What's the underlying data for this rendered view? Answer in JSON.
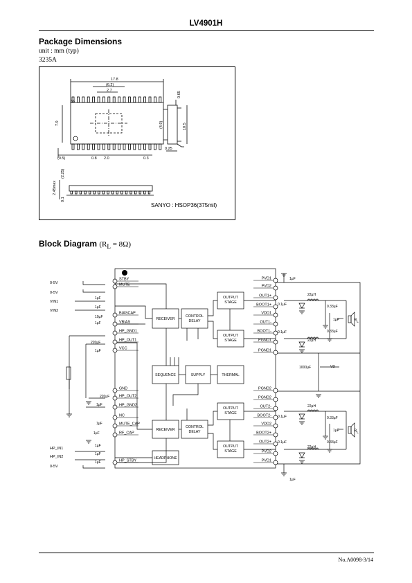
{
  "header": {
    "part_number": "LV4901H",
    "page_ref": "No.A0098-3/14"
  },
  "package": {
    "title": "Package Dimensions",
    "unit": "unit : mm (typ)",
    "code": "3235A",
    "caption": "SANYO : HSOP36(375mil)",
    "dims": {
      "length": "17.8",
      "inner": "(6.2)",
      "pitch_span": "2.7",
      "pin36": "36",
      "width": "7.9",
      "body": "10.5",
      "inner_w": "(4.9)",
      "lead_t": "0.65",
      "lead_w": "0.25",
      "d05": "(0.5)",
      "d08": "0.8",
      "d20": "2.0",
      "d03": "0.3",
      "h225": "(2.25)",
      "hmax": "2.45max",
      "h01": "0.1"
    }
  },
  "block": {
    "title": "Block Diagram",
    "cond_l": "(R",
    "cond_sub": "L",
    "cond_r": " = 8Ω)",
    "blocks": {
      "receiver": "RECEIVER",
      "control": "CONTROL",
      "delay": "DELAY",
      "output": "OUTPUT",
      "stage": "STAGE",
      "sequence": "SEQUENCE",
      "supply": "SUPPLY",
      "thermal": "THERMAL",
      "headphone": "HEADPHONE"
    },
    "left_pins": [
      "STBY",
      "MUTE",
      "BIASCAP",
      "VBIAS",
      "HP_GND1",
      "HP_OUT1",
      "VCC",
      "GND",
      "HP_OUT2",
      "HP_GND2",
      "NC",
      "MUTE_CAP",
      "RF_CAP",
      "HP_STBY"
    ],
    "right_pins": [
      "PVD1",
      "PVD2",
      "OUT1+",
      "BOOT1+",
      "VDD1",
      "OUT1-",
      "BOOT1-",
      "PGND1",
      "PGND1",
      "PGND2",
      "PGND2",
      "OUT2-",
      "BOOT2-",
      "VDD2",
      "BOOT2+",
      "OUT2+",
      "PVD2",
      "PVD1"
    ],
    "inputs": [
      "0-5V",
      "0-5V",
      "VIN1",
      "VIN2",
      "HP_IN1",
      "HP_IN2",
      "0-5V"
    ],
    "components": [
      "1µF",
      "1µF",
      "10µF",
      "1µF",
      "220µF",
      "1µF",
      "220µF",
      "1µF",
      "1µF",
      "1µF",
      "1µF",
      "1µF",
      "1µF",
      "22µH",
      "0.1µF",
      "0.33µF",
      "1µF",
      "0.33µF",
      "0.1µF",
      "22µH",
      "1000µF",
      "VD",
      "22µH",
      "0.1µF",
      "0.33µF",
      "1µF",
      "0.33µF",
      "0.1µF",
      "22µH",
      "1µF"
    ],
    "rl": "R",
    "rl_sub": "L"
  }
}
